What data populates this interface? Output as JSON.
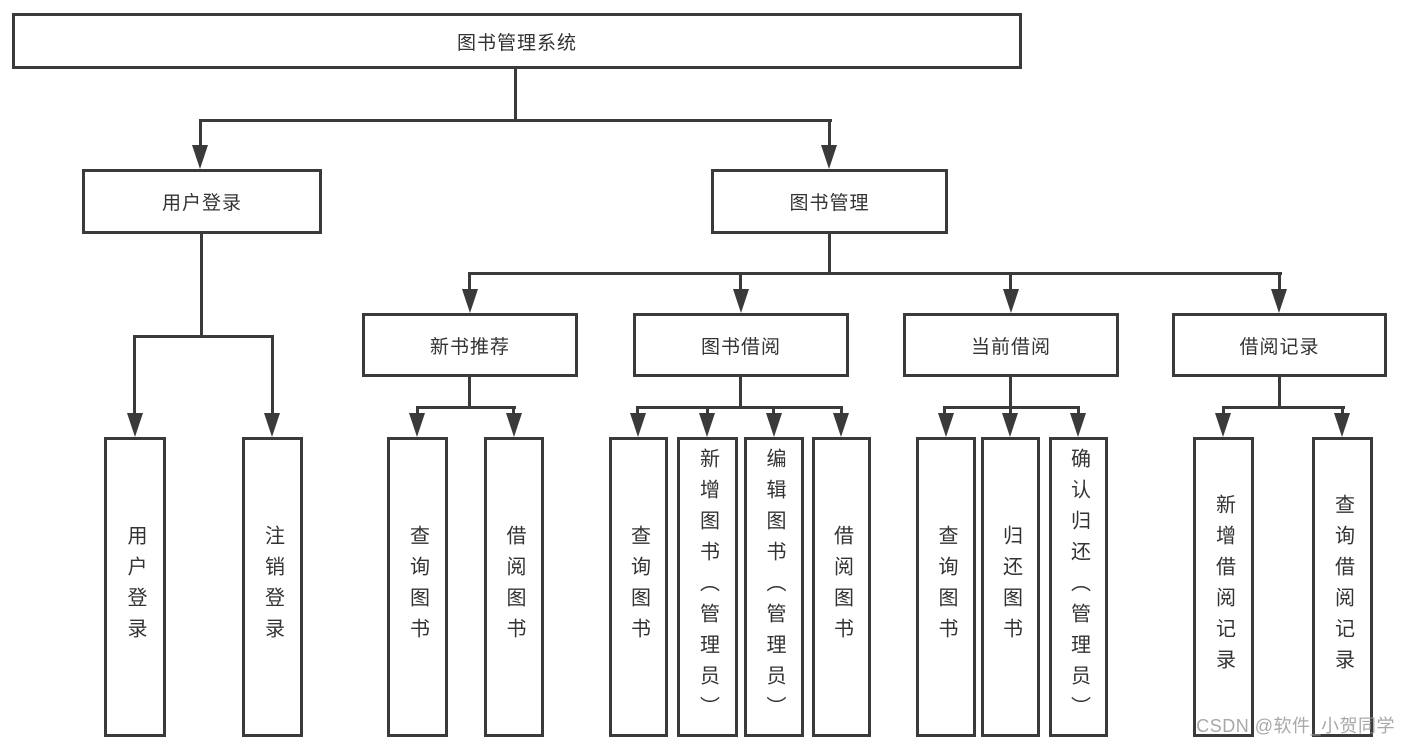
{
  "diagram": {
    "type": "hierarchy-tree",
    "tree": {
      "root": {
        "label": "图书管理系统"
      },
      "children": [
        {
          "label": "用户登录",
          "children": [
            {
              "label": "用户登录"
            },
            {
              "label": "注销登录"
            }
          ]
        },
        {
          "label": "图书管理",
          "children": [
            {
              "label": "新书推荐",
              "children": [
                {
                  "label": "查询图书"
                },
                {
                  "label": "借阅图书"
                }
              ]
            },
            {
              "label": "图书借阅",
              "children": [
                {
                  "label": "查询图书"
                },
                {
                  "label": "新增图书（管理员）"
                },
                {
                  "label": "编辑图书（管理员）"
                },
                {
                  "label": "借阅图书"
                }
              ]
            },
            {
              "label": "当前借阅",
              "children": [
                {
                  "label": "查询图书"
                },
                {
                  "label": "归还图书"
                },
                {
                  "label": "确认归还（管理员）"
                }
              ]
            },
            {
              "label": "借阅记录",
              "children": [
                {
                  "label": "新增借阅记录"
                },
                {
                  "label": "查询借阅记录"
                }
              ]
            }
          ]
        }
      ]
    },
    "colors": {
      "line": "#3a3a3a",
      "text": "#333333",
      "background": "#ffffff",
      "watermark": "#9a9a9a"
    }
  },
  "watermark": {
    "text": "CSDN @软件_小贺同学"
  }
}
